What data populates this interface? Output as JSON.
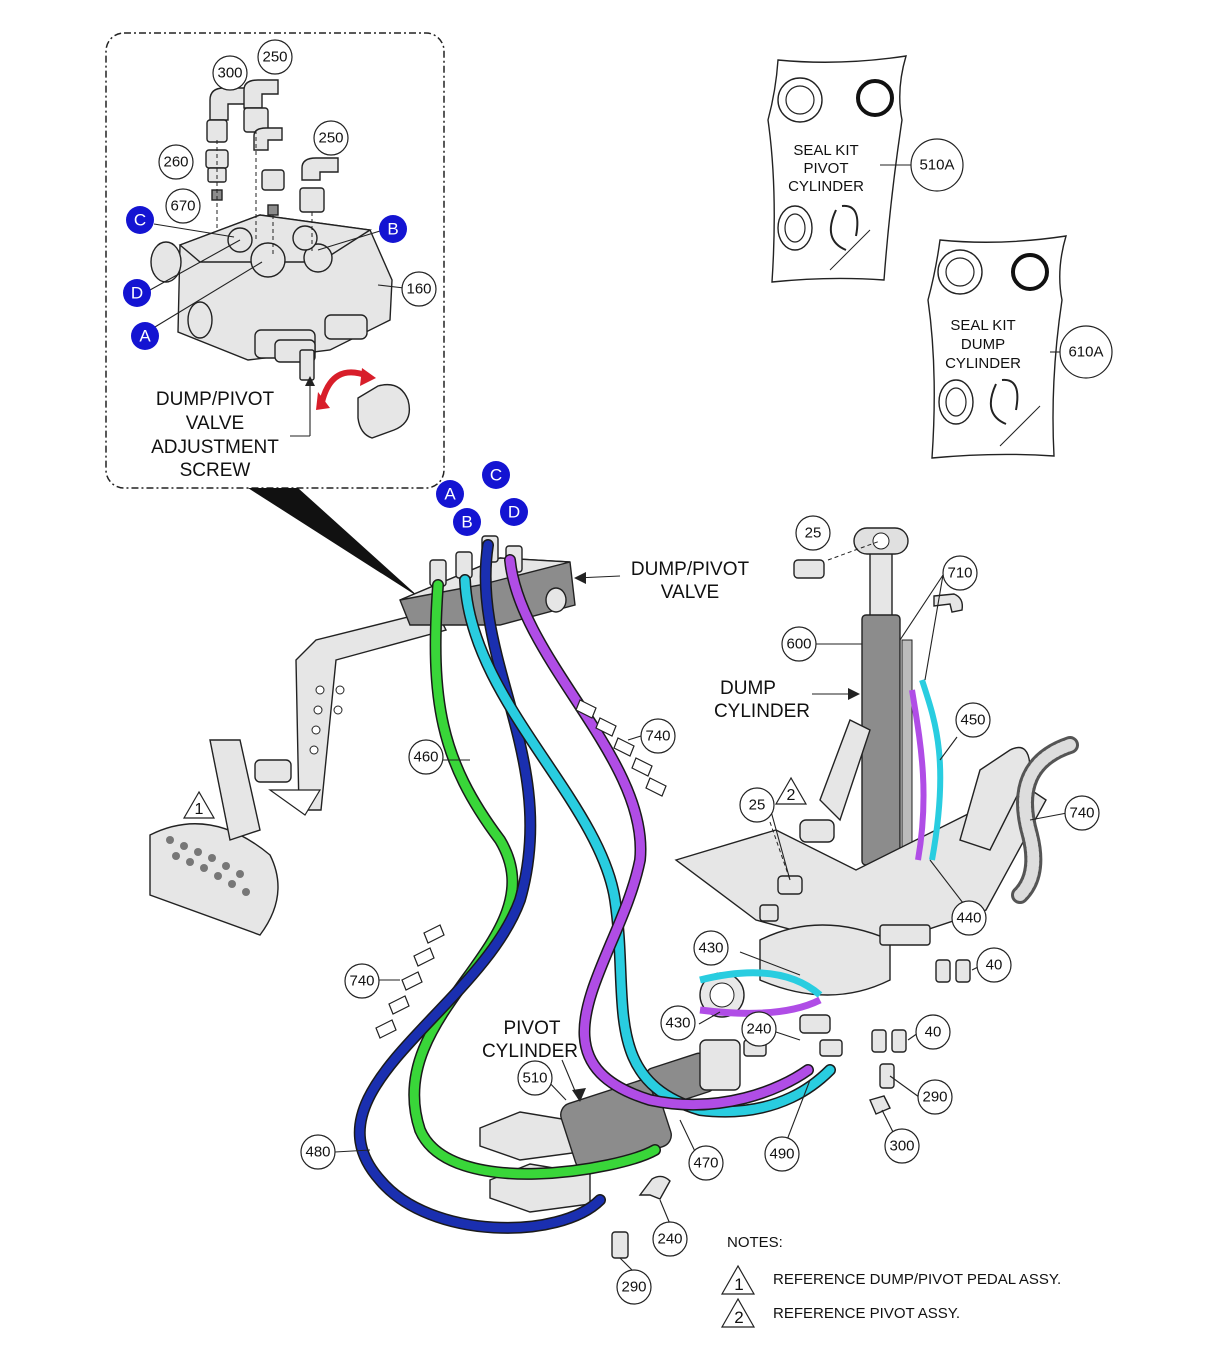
{
  "detail_labels": {
    "adjustment_screw_lines": [
      "DUMP/PIVOT",
      "VALVE",
      "ADJUSTMENT",
      "SCREW"
    ]
  },
  "main_labels": {
    "valve_lines": [
      "DUMP/PIVOT",
      "VALVE"
    ],
    "dump_cylinder_lines": [
      "DUMP",
      "CYLINDER"
    ],
    "pivot_cylinder_lines": [
      "PIVOT",
      "CYLINDER"
    ]
  },
  "seal_kits": [
    {
      "lines": [
        "SEAL KIT",
        "PIVOT",
        "CYLINDER"
      ],
      "callout": "510A"
    },
    {
      "lines": [
        "SEAL KIT",
        "DUMP",
        "CYLINDER"
      ],
      "callout": "610A"
    }
  ],
  "ports": {
    "detail": [
      "C",
      "B",
      "D",
      "A"
    ],
    "main": [
      "A",
      "B",
      "C",
      "D"
    ],
    "color": "#1414d2"
  },
  "callouts": {
    "c300a": "300",
    "c250a": "250",
    "c250b": "250",
    "c260": "260",
    "c670": "670",
    "c160": "160",
    "c25a": "25",
    "c710": "710",
    "c600": "600",
    "c740a": "740",
    "c460": "460",
    "c450": "450",
    "c25b": "25",
    "c740b": "740",
    "c440": "440",
    "c430a": "430",
    "c40a": "40",
    "c740c": "740",
    "c430b": "430",
    "c240a": "240",
    "c40b": "40",
    "c510": "510",
    "c290a": "290",
    "c480": "480",
    "c300b": "300",
    "c470": "470",
    "c490": "490",
    "c240b": "240",
    "c290b": "290"
  },
  "reference_marks": {
    "pedal": "1",
    "pivot": "2"
  },
  "notes": {
    "heading": "NOTES:",
    "items": [
      {
        "mark": "1",
        "text": "REFERENCE DUMP/PIVOT PEDAL ASSY."
      },
      {
        "mark": "2",
        "text": "REFERENCE PIVOT ASSY."
      }
    ]
  },
  "colors": {
    "hose_green": "#39d639",
    "hose_cyan": "#29cde0",
    "hose_blue": "#1a2fb0",
    "hose_purple": "#b04de6",
    "rotation_arrow": "#d81e2a"
  }
}
